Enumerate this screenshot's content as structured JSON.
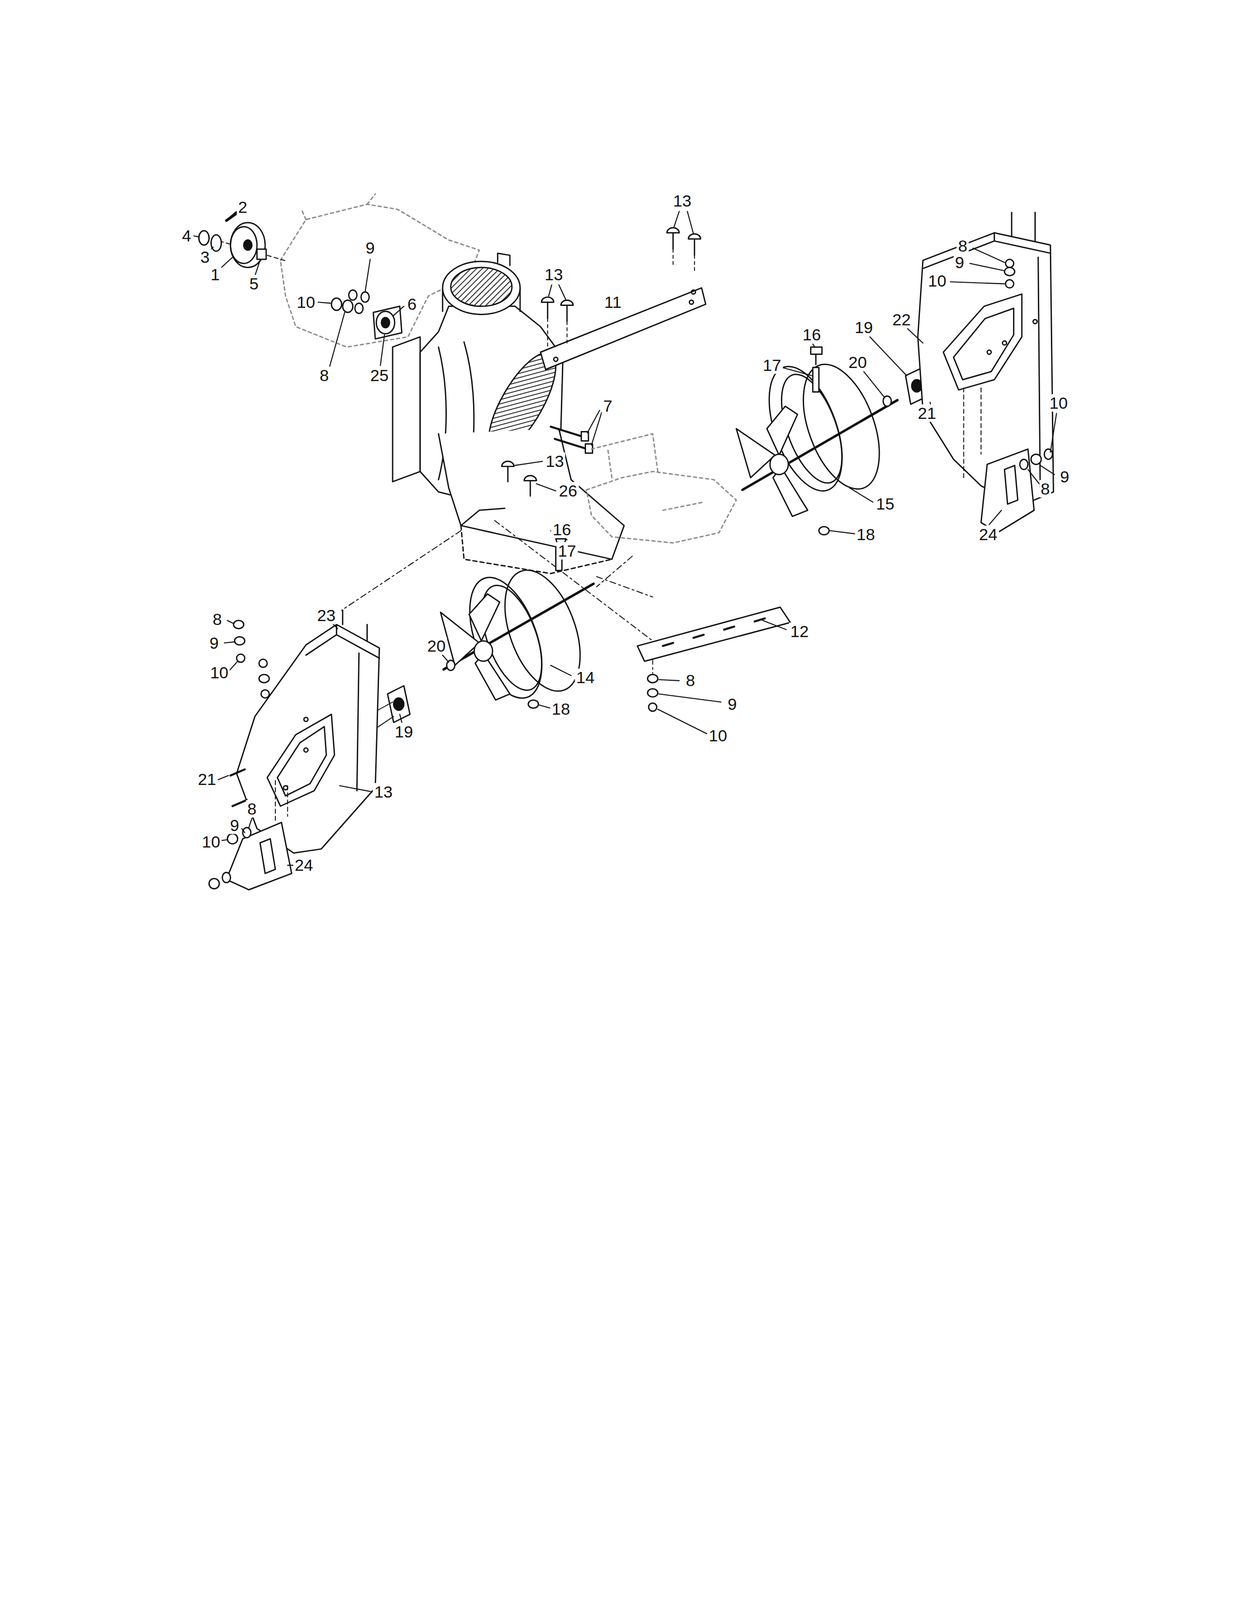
{
  "diagram": {
    "labels": [
      "2",
      "4",
      "3",
      "1",
      "5",
      "13",
      "13",
      "9",
      "10",
      "6",
      "11",
      "8",
      "25",
      "7",
      "16",
      "19",
      "22",
      "8",
      "9",
      "10",
      "17",
      "20",
      "21",
      "10",
      "9",
      "8",
      "13",
      "26",
      "15",
      "18",
      "24",
      "16",
      "17",
      "23",
      "8",
      "9",
      "10",
      "12",
      "20",
      "14",
      "8",
      "9",
      "18",
      "19",
      "10",
      "21",
      "13",
      "8",
      "9",
      "24",
      "10"
    ]
  }
}
